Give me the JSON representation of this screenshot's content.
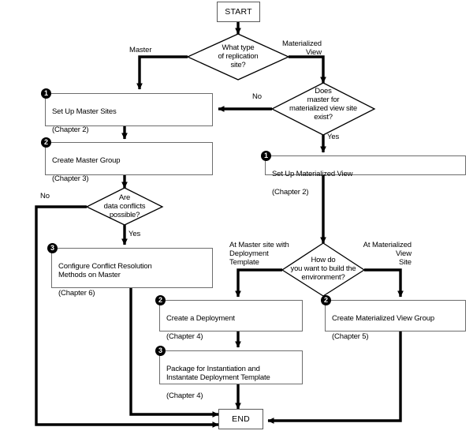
{
  "diagram": {
    "title": "Replication Setup Flowchart",
    "colors": {
      "line": "#000000",
      "box_border": "#6d6d6d",
      "background": "#ffffff",
      "badge_fill": "#000000",
      "badge_text": "#ffffff"
    },
    "terminators": {
      "start": "START",
      "end": "END"
    },
    "decisions": [
      {
        "id": "replication-type",
        "text": "What type\nof replication\nsite?"
      },
      {
        "id": "master-exists",
        "text": "Does\nmaster for\nmaterialized view site\nexist?"
      },
      {
        "id": "data-conflicts",
        "text": "Are\ndata conflicts\npossible?"
      },
      {
        "id": "build-environment",
        "text": "How do\nyou want to build the\nenvironment?"
      }
    ],
    "processes": [
      {
        "id": "set-up-master-sites",
        "badge": "1",
        "title": "Set Up Master Sites",
        "chapter": "(Chapter 2)"
      },
      {
        "id": "create-master-group",
        "badge": "2",
        "title": "Create Master Group",
        "chapter": "(Chapter 3)"
      },
      {
        "id": "configure-conflict-resolution",
        "badge": "3",
        "title": "Configure Conflict Resolution\nMethods on Master",
        "chapter": "(Chapter 6)"
      },
      {
        "id": "set-up-materialized-view",
        "badge": "1",
        "title": "Set Up Materialized View",
        "chapter": "(Chapter 2)"
      },
      {
        "id": "create-a-deployment",
        "badge": "2",
        "title": "Create a Deployment",
        "chapter": "(Chapter 4)"
      },
      {
        "id": "package-instantiate-deployment-template",
        "badge": "3",
        "title": "Package for Instantiation and\nInstantate Deployment Template",
        "chapter": "(Chapter 4)"
      },
      {
        "id": "create-materialized-view-group",
        "badge": "2",
        "title": "Create Materialized View Group",
        "chapter": "(Chapter 5)"
      }
    ],
    "edge_labels": [
      {
        "id": "master",
        "text": "Master"
      },
      {
        "id": "materialized-view",
        "text": "Materialized\nView"
      },
      {
        "id": "master-exists-no",
        "text": "No"
      },
      {
        "id": "master-exists-yes",
        "text": "Yes"
      },
      {
        "id": "conflicts-no",
        "text": "No"
      },
      {
        "id": "conflicts-yes",
        "text": "Yes"
      },
      {
        "id": "at-master-site-deployment-template",
        "text": "At Master site with\nDeployment\nTemplate"
      },
      {
        "id": "at-materialized-view-site",
        "text": "At Materialized\nView\nSite"
      }
    ]
  }
}
